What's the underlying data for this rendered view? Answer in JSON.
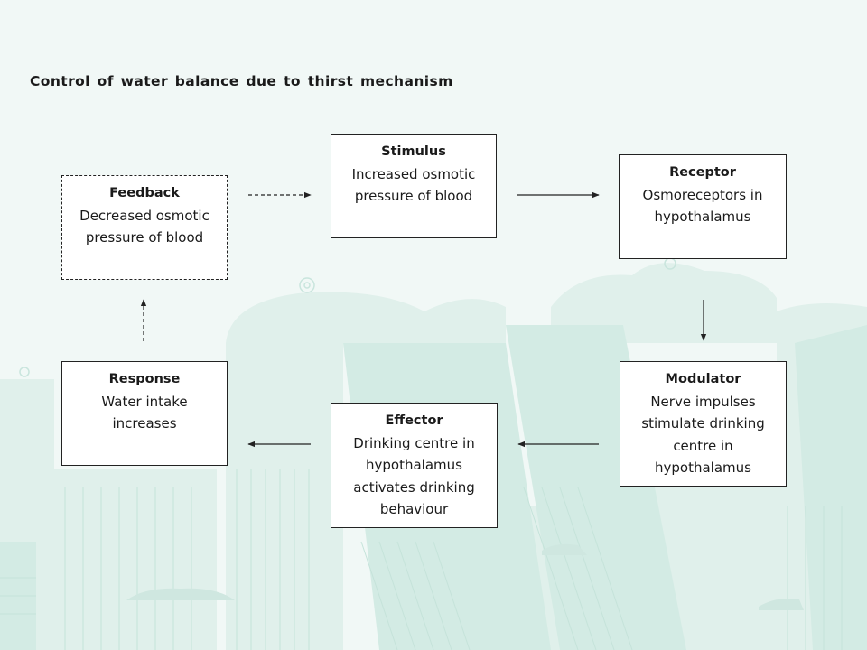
{
  "title": "Control of water balance due to thirst mechanism",
  "boxes": {
    "feedback": {
      "heading": "Feedback",
      "body": "Decreased osmotic pressure of blood"
    },
    "stimulus": {
      "heading": "Stimulus",
      "body": "Increased osmotic pressure of blood"
    },
    "receptor": {
      "heading": "Receptor",
      "body": "Osmoreceptors in hypothalamus"
    },
    "modulator": {
      "heading": "Modulator",
      "body": "Nerve impulses stimulate drinking centre in hypothalamus"
    },
    "effector": {
      "heading": "Effector",
      "body": "Drinking centre in hypothalamus activates drinking behaviour"
    },
    "response": {
      "heading": "Response",
      "body": "Water intake increases"
    }
  },
  "connections": [
    {
      "from": "feedback",
      "to": "stimulus",
      "style": "dashed"
    },
    {
      "from": "stimulus",
      "to": "receptor",
      "style": "solid"
    },
    {
      "from": "receptor",
      "to": "modulator",
      "style": "solid"
    },
    {
      "from": "modulator",
      "to": "effector",
      "style": "solid"
    },
    {
      "from": "effector",
      "to": "response",
      "style": "solid"
    },
    {
      "from": "response",
      "to": "feedback",
      "style": "dashed"
    }
  ],
  "colors": {
    "background": "#f1f8f6",
    "backdrop_art": "#d6ece6",
    "box_fill": "#ffffff",
    "line": "#222222"
  }
}
